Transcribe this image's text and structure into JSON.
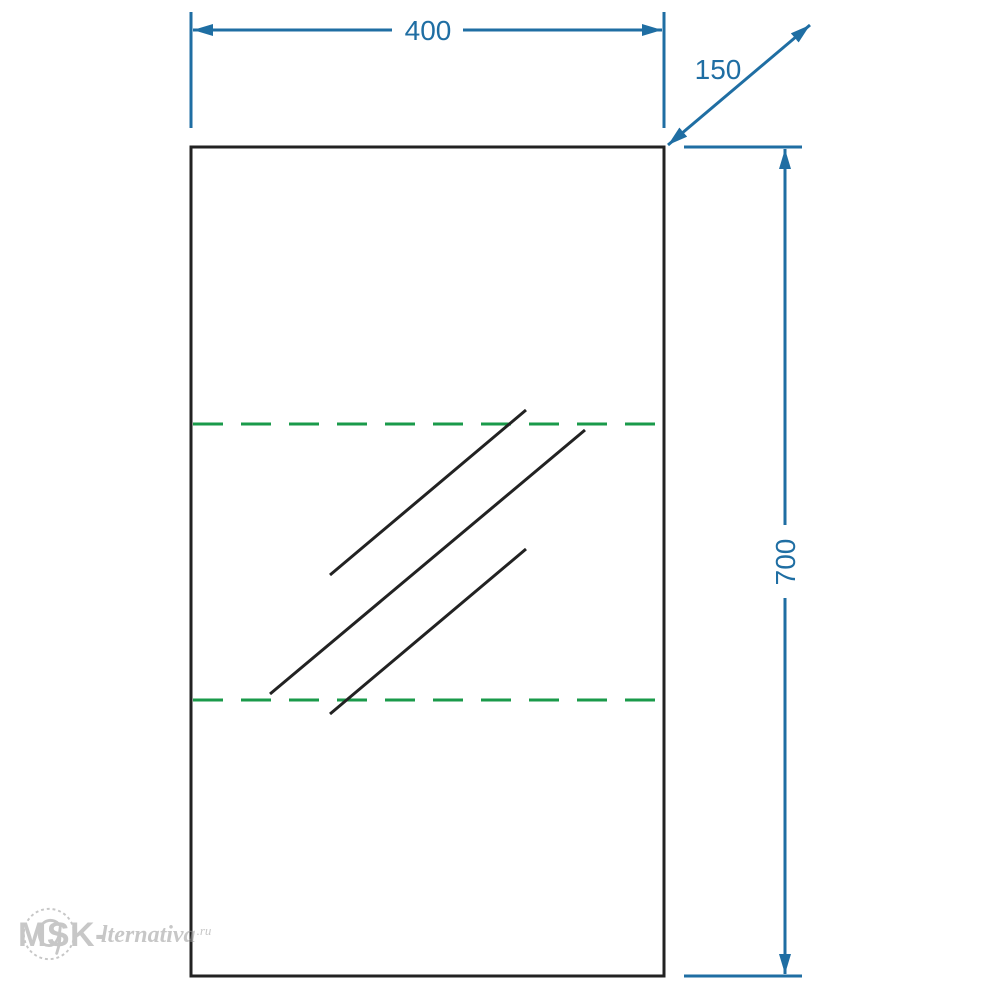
{
  "dimensions": {
    "width": "400",
    "depth": "150",
    "height": "700"
  },
  "logo": {
    "prefix": "MSK-",
    "rest": "lternativa",
    "tld": ".ru"
  },
  "colors": {
    "dimension": "#1f6ea3",
    "outline": "#222222",
    "shelf_dash": "#1a9a4a",
    "logo": "#9a9a9a"
  },
  "icons": {
    "logo_mark": "at-sign-icon",
    "arrow": "arrowhead-icon"
  }
}
